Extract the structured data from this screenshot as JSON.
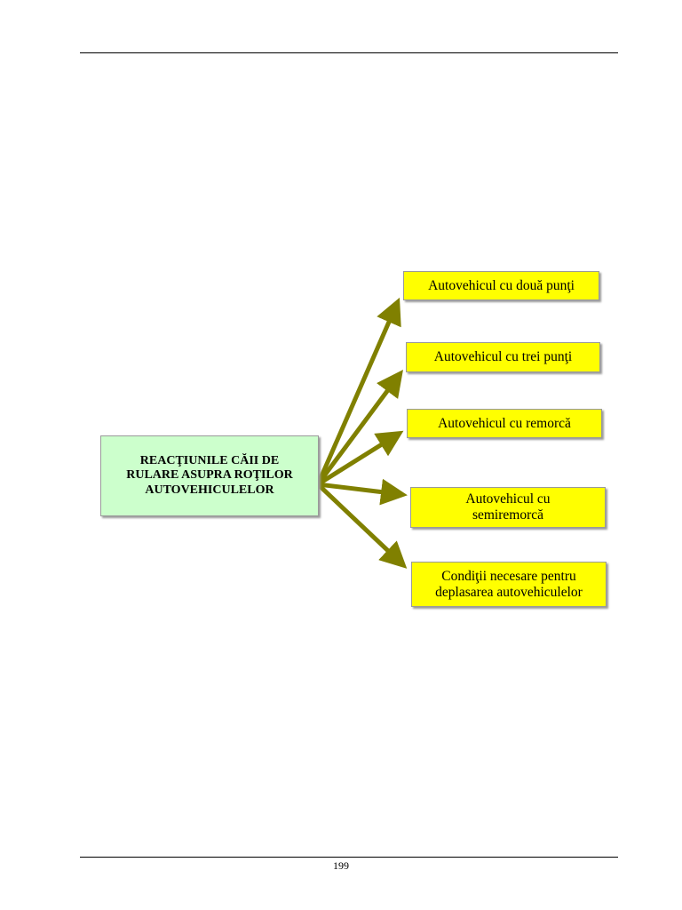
{
  "diagram": {
    "center": {
      "lines": [
        "REACŢIUNILE CĂII DE",
        "RULARE ASUPRA ROŢILOR",
        "AUTOVEHICULELOR"
      ]
    },
    "branches": [
      {
        "lines": [
          "Autovehicul cu două punţi"
        ]
      },
      {
        "lines": [
          "Autovehicul cu trei punţi"
        ]
      },
      {
        "lines": [
          "Autovehicul cu remorcă"
        ]
      },
      {
        "lines": [
          "Autovehicul cu",
          "semiremorcă"
        ]
      },
      {
        "lines": [
          "Condiţii necesare pentru",
          "deplasarea autovehiculelor"
        ]
      }
    ],
    "colors": {
      "center_fill": "#ccffcc",
      "branch_fill": "#ffff00",
      "arrow": "#808000"
    }
  },
  "footer": {
    "page_number": "199"
  }
}
